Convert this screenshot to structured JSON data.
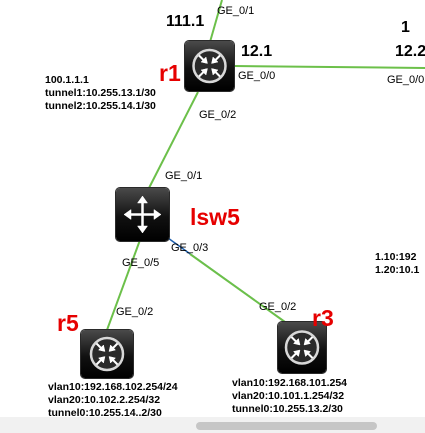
{
  "nodes": {
    "r1": {
      "name": "r1"
    },
    "lsw5": {
      "name": "lsw5"
    },
    "r5": {
      "name": "r5"
    },
    "r3": {
      "name": "r3"
    }
  },
  "labels": {
    "r1_loopback": "100.1.1.1",
    "r1_tunnel1": "tunnel1:10.255.13.1/30",
    "r1_tunnel2": "tunnel2:10.255.14.1/30",
    "r1_addr_top": "111.1",
    "r1_addr_right": "12.1",
    "right_addr_1": "1",
    "right_addr_2": "12.2",
    "right_vlan10": "1.10:192",
    "right_vlan20": "1.20:10.1",
    "r5_vlan10": "vlan10:192.168.102.254/24",
    "r5_vlan20": "vlan20:10.102.2.254/32",
    "r5_tunnel0": "tunnel0:10.255.14..2/30",
    "r3_vlan10": "vlan10:192.168.101.254",
    "r3_vlan20": "vlan20:10.101.1.254/32",
    "r3_tunnel0": "tunnel0:10.255.13.2/30"
  },
  "ports": {
    "r1_top": "GE_0/1",
    "r1_right": "GE_0/0",
    "r1_down": "GE_0/2",
    "right_port": "GE_0/0",
    "lsw5_up": "GE_0/1",
    "lsw5_r3": "GE_0/3",
    "lsw5_r5": "GE_0/5",
    "r5_up": "GE_0/2",
    "r3_up": "GE_0/2"
  },
  "colors": {
    "link": "#6cc04a",
    "node_name": "#e60000"
  },
  "icons": {
    "router": "router-icon",
    "switch": "switch-icon"
  }
}
